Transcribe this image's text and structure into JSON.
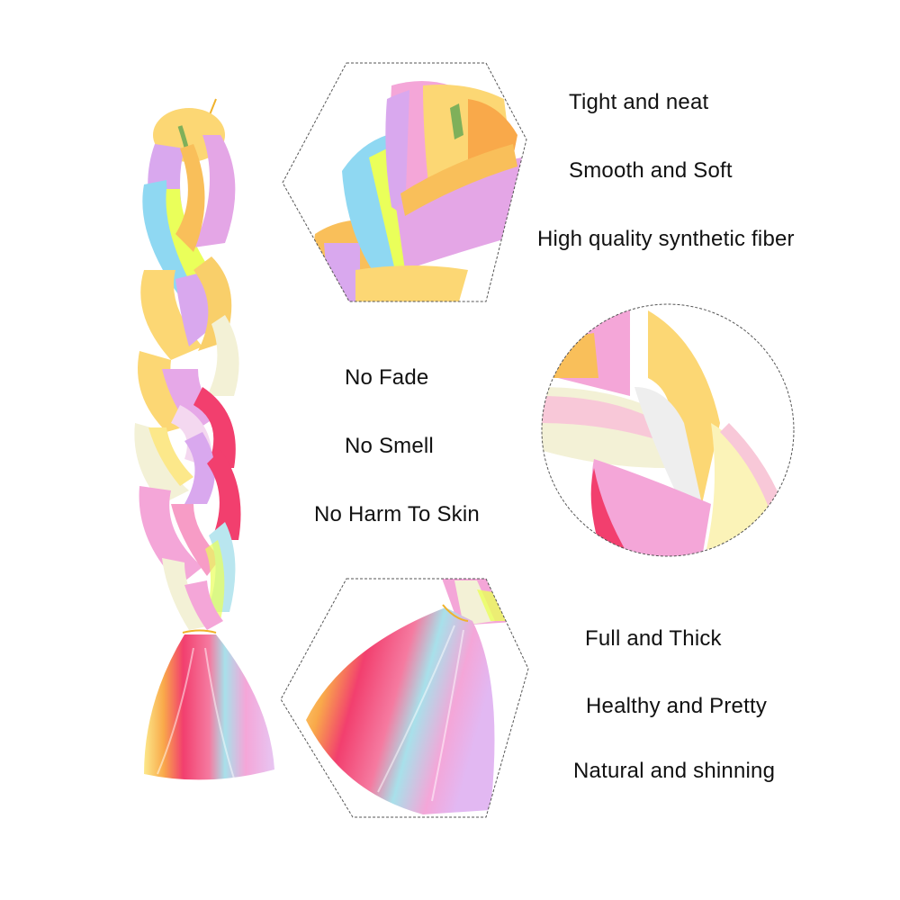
{
  "product": {
    "subject": "Rainbow jumbo braiding hair",
    "colors": {
      "pink": "#f4a6d8",
      "lavender": "#d9a8ee",
      "yellow": "#fcd774",
      "orange": "#f9a94a",
      "sky_blue": "#8fd8f2",
      "neon_yellow": "#eaff5a",
      "hot_pink": "#f23f6e",
      "cream": "#f3f1d6",
      "frame_stroke": "#555555"
    }
  },
  "features": {
    "top_right": [
      "Tight and neat",
      "Smooth and Soft",
      "High quality synthetic fiber"
    ],
    "middle": [
      "No Fade",
      "No Smell",
      "No Harm To Skin"
    ],
    "bottom_right": [
      "Full and Thick",
      "Healthy and Pretty",
      "Natural and shinning"
    ]
  },
  "frames": {
    "top": "hexagon",
    "middle": "circle",
    "bottom": "hexagon"
  }
}
